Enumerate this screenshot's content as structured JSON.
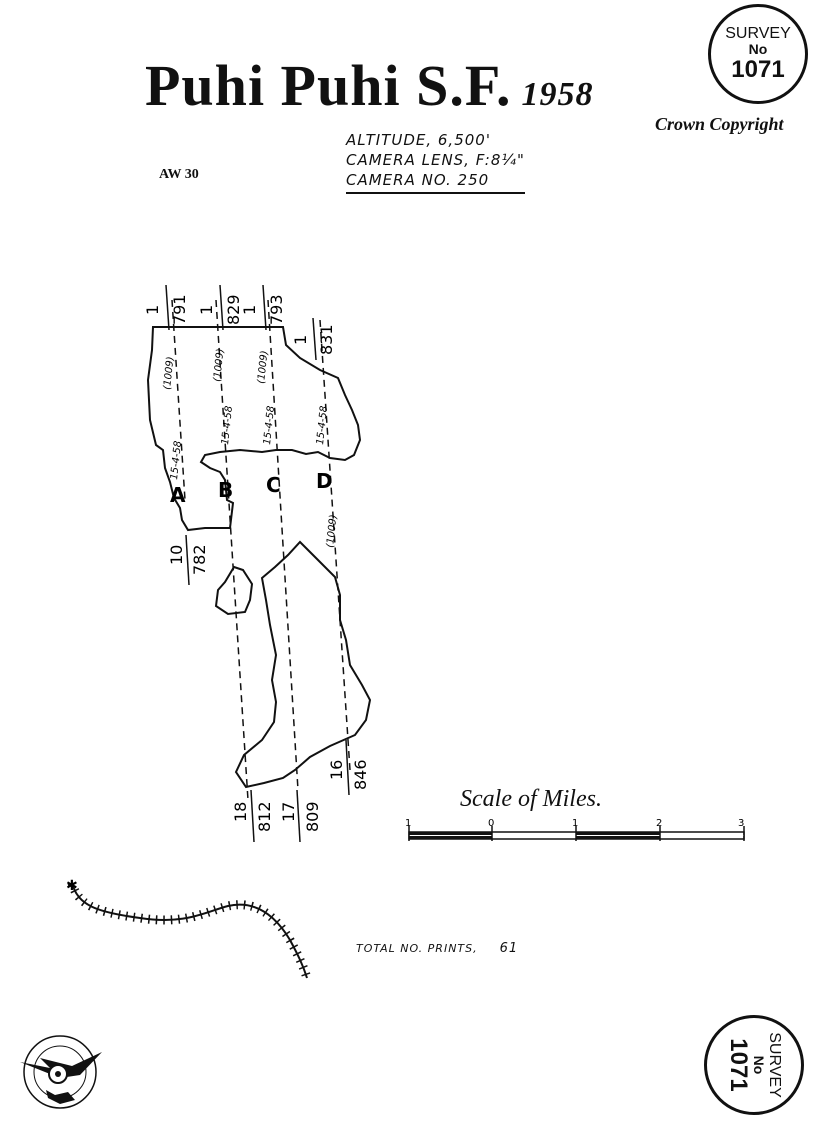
{
  "title": {
    "main": "Puhi Puhi S.F.",
    "year": "1958"
  },
  "survey_stamp": {
    "line1": "SURVEY",
    "line2": "No",
    "number": "1071"
  },
  "copyright": "Crown Copyright",
  "sheet_code": "AW 30",
  "flight": {
    "altitude": "ALTITUDE, 6,500'",
    "lens": "CAMERA LENS, F:8¼\"",
    "camera": "CAMERA NO. 250"
  },
  "runs": [
    {
      "letter": "A",
      "date": "15-4-58",
      "film": "(1009)",
      "start_frame": "1",
      "start_print": "791",
      "end_frame": "10",
      "end_print": "782"
    },
    {
      "letter": "B",
      "date": "15-4-58",
      "film": "(1009)",
      "start_frame": "1",
      "start_print": "829",
      "end_frame": "18",
      "end_print": "812"
    },
    {
      "letter": "C",
      "date": "15-4-58",
      "film": "(1009)",
      "start_frame": "1",
      "start_print": "793",
      "end_frame": "17",
      "end_print": "809"
    },
    {
      "letter": "D",
      "date": "15-4-58",
      "film": "(1009)",
      "start_frame": "1",
      "start_print": "831",
      "end_frame": "16",
      "end_print": "846"
    }
  ],
  "scale": {
    "title": "Scale of Miles.",
    "ticks": [
      "1",
      "0",
      "1",
      "2",
      "3"
    ]
  },
  "total_prints": {
    "label": "TOTAL NO. PRINTS,",
    "value": "61"
  }
}
